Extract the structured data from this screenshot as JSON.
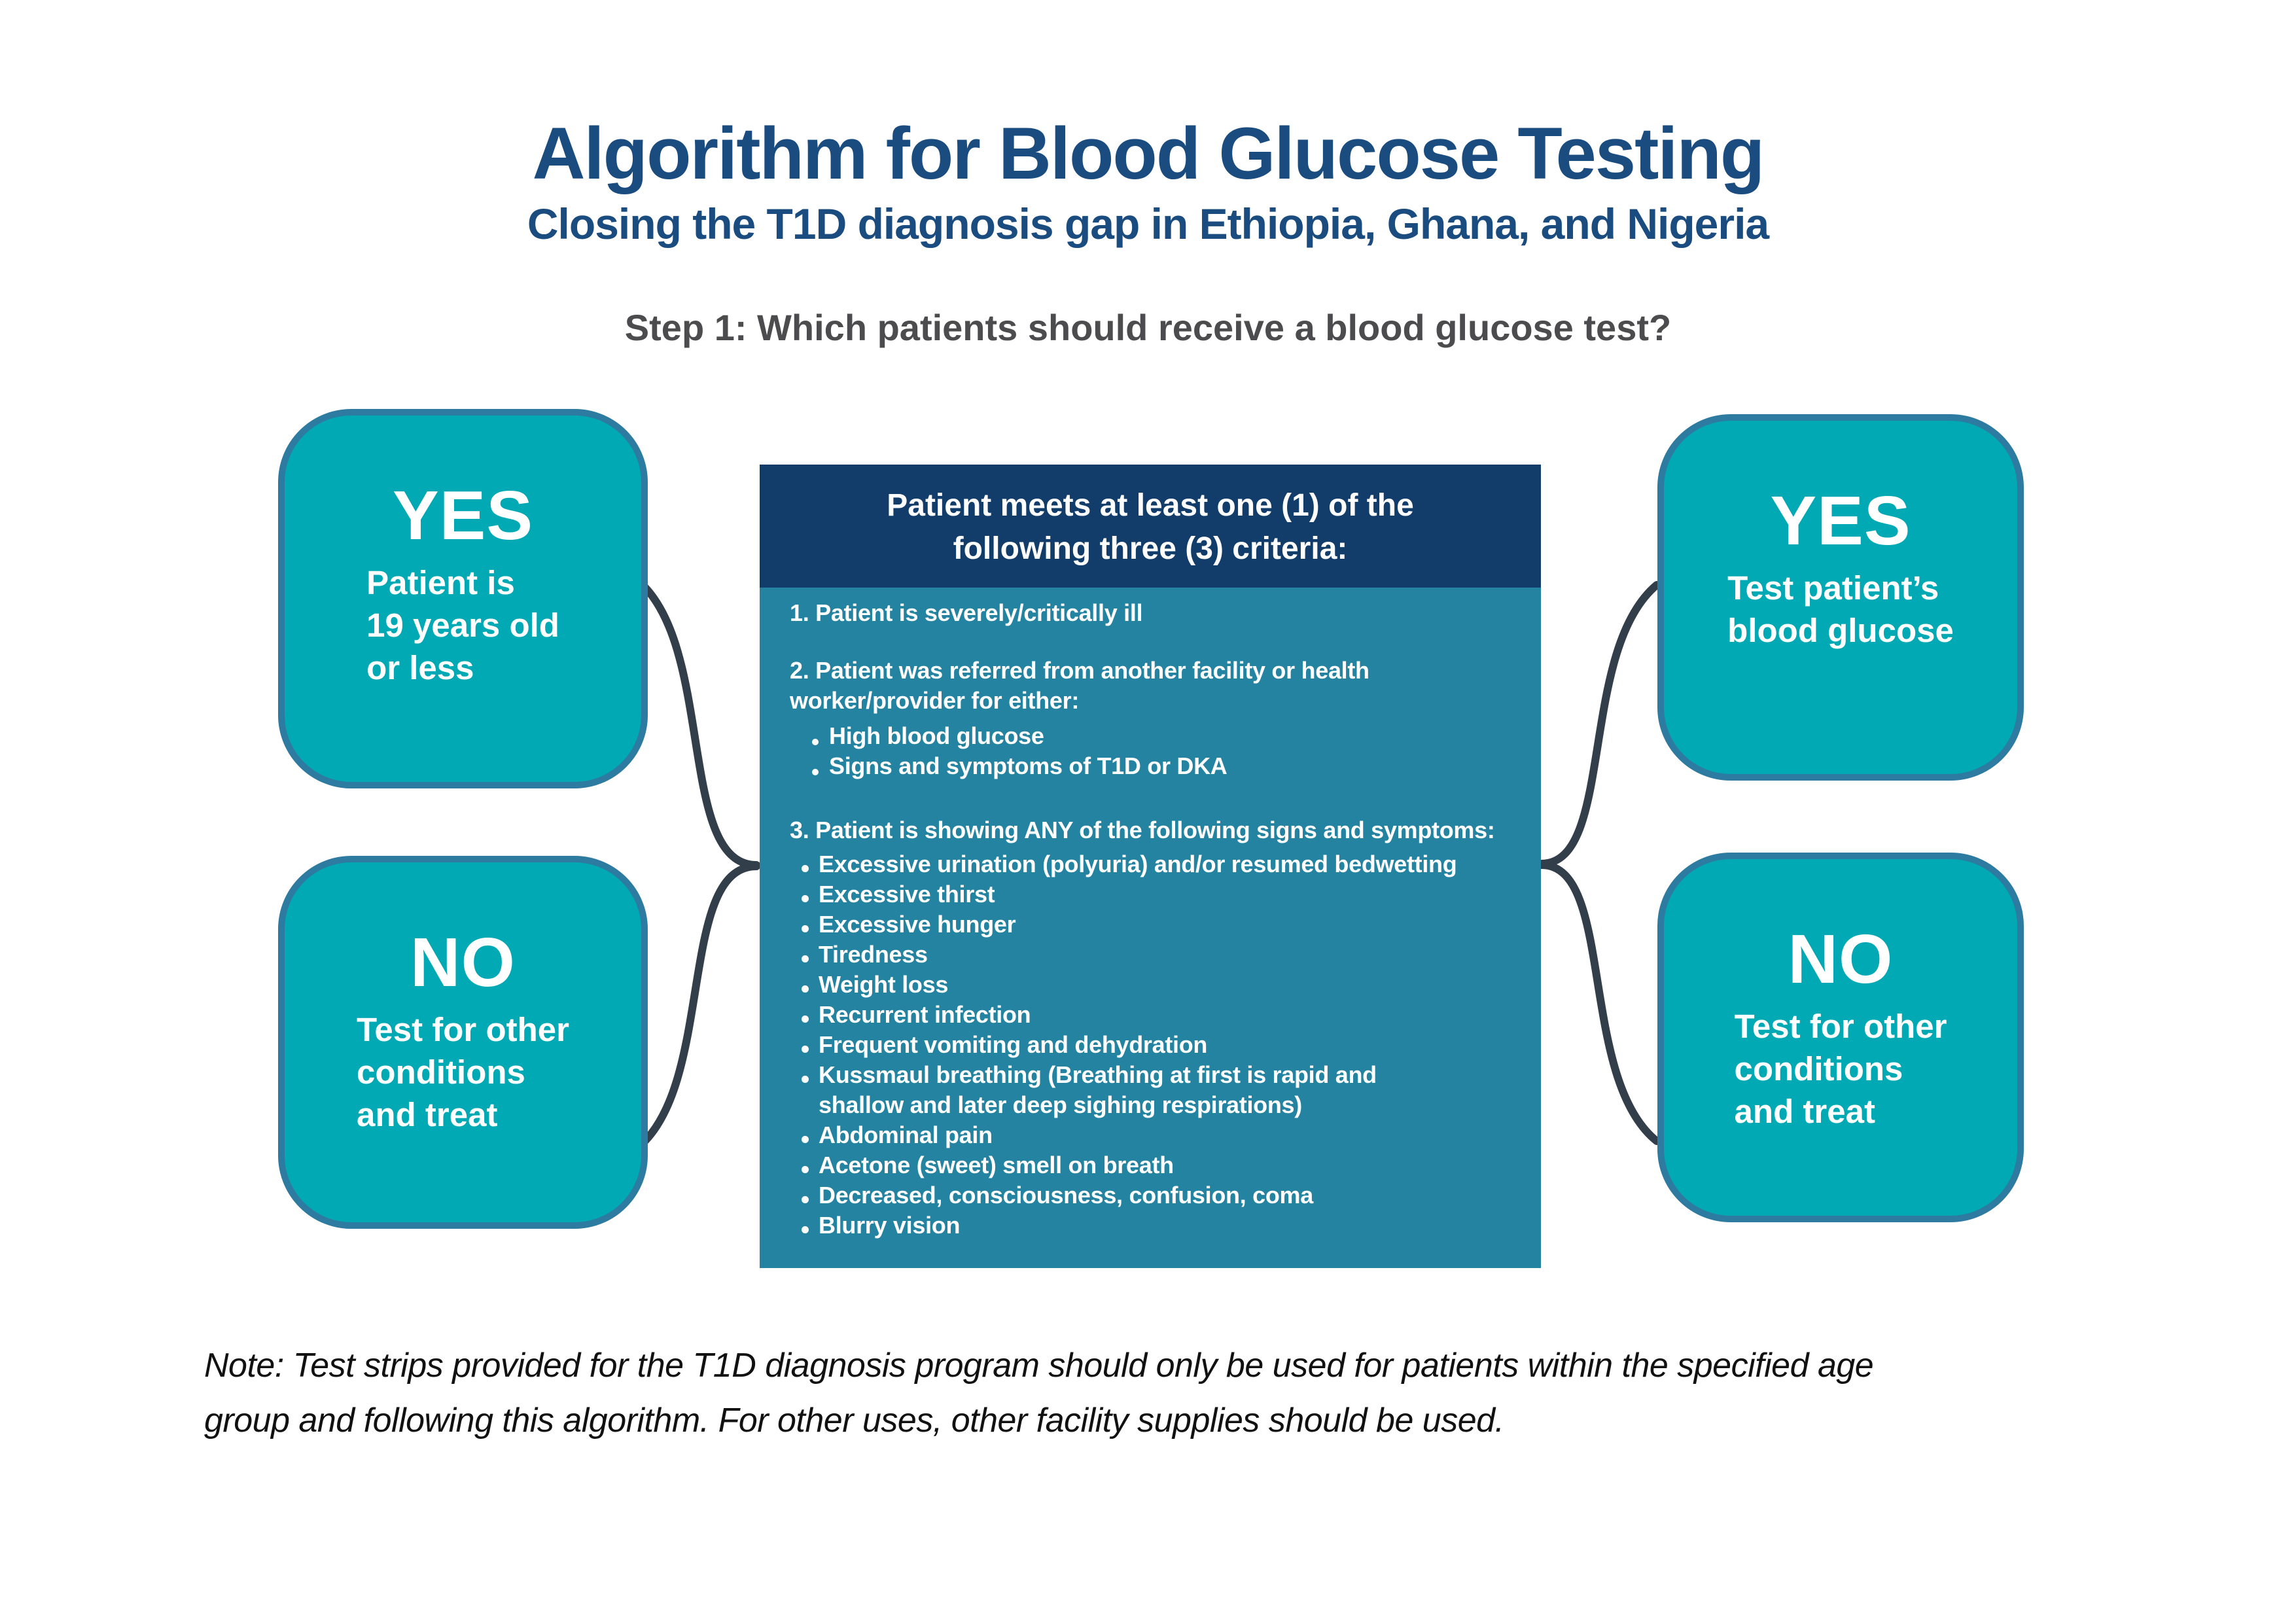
{
  "title": "Algorithm for Blood Glucose Testing",
  "subtitle": "Closing the T1D diagnosis gap in Ethiopia, Ghana, and Nigeria",
  "step_heading": "Step 1: Which patients should receive a blood glucose test?",
  "colors": {
    "title_blue": "#1a4c80",
    "header_navy": "#123c6a",
    "panel_teal": "#2383a0",
    "box_teal": "#00a9b4",
    "box_border_blue": "#2d7ba0",
    "connector_slate": "#333e4b",
    "step_gray": "#4c4c4e"
  },
  "center_box": {
    "header": "Patient meets at least one (1) of the\nfollowing three (3) criteria:",
    "item1": "1. Patient is severely/critically ill",
    "item2": "2. Patient was referred from another facility or health\nworker/provider for either:",
    "sub_bullets": [
      "High blood glucose",
      "Signs and symptoms of T1D or DKA"
    ],
    "item3": "3. Patient is showing ANY of the following signs and symptoms:",
    "bullets": [
      "Excessive urination (polyuria) and/or resumed bedwetting",
      "Excessive thirst",
      "Excessive hunger",
      "Tiredness",
      "Weight loss",
      "Recurrent infection",
      "Frequent vomiting and dehydration",
      "Kussmaul breathing (Breathing at first is rapid and\nshallow and later deep sighing respirations)",
      "Abdominal pain",
      "Acetone (sweet) smell on breath",
      "Decreased, consciousness, confusion, coma",
      "Blurry vision"
    ]
  },
  "boxes": {
    "left_yes": {
      "label": "YES",
      "text": "Patient is\n19 years old\nor less"
    },
    "left_no": {
      "label": "NO",
      "text": "Test for other\nconditions\nand treat"
    },
    "right_yes": {
      "label": "YES",
      "text": "Test patient’s\nblood glucose"
    },
    "right_no": {
      "label": "NO",
      "text": "Test for other\nconditions\nand treat"
    }
  },
  "note": "Note: Test strips provided for the T1D diagnosis program should only be used for patients within the specified age\ngroup and following this algorithm. For other uses, other facility supplies should be used."
}
